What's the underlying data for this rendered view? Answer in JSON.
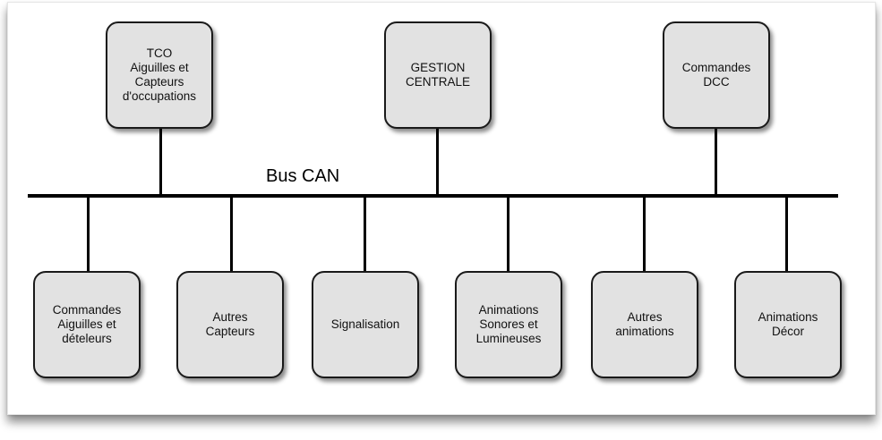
{
  "bus_label": "Bus CAN",
  "top_nodes": [
    {
      "label": "TCO\nAiguilles et\nCapteurs\nd'occupations"
    },
    {
      "label": "GESTION\nCENTRALE"
    },
    {
      "label": "Commandes\nDCC"
    }
  ],
  "bottom_nodes": [
    {
      "label": "Commandes\nAiguilles et\ndételeurs"
    },
    {
      "label": "Autres\nCapteurs"
    },
    {
      "label": "Signalisation"
    },
    {
      "label": "Animations\nSonores et\nLumineuses"
    },
    {
      "label": "Autres\nanimations"
    },
    {
      "label": "Animations\nDécor"
    }
  ],
  "colors": {
    "box_fill": "#e2e2e2",
    "line": "#000000"
  }
}
